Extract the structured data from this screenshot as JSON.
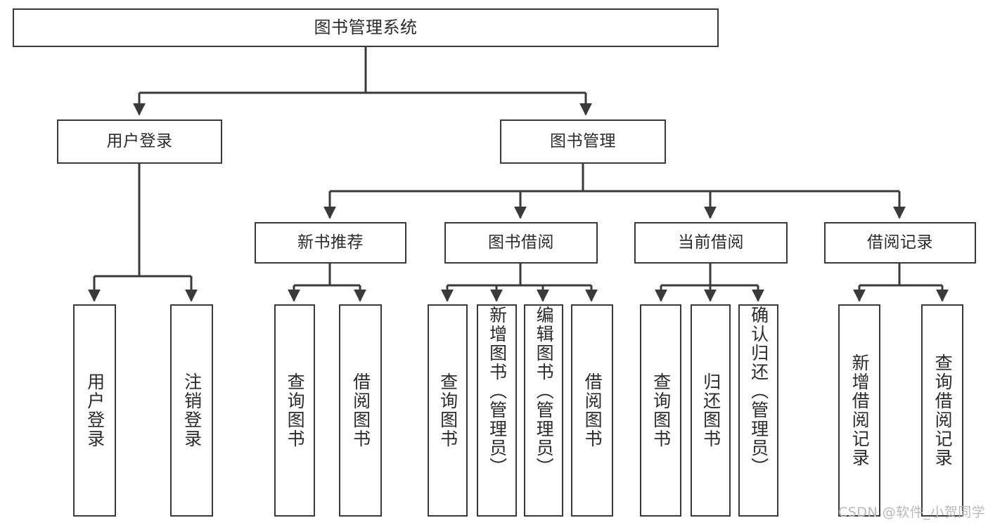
{
  "diagram": {
    "title": "图书管理系统",
    "type": "tree-hierarchy-chart",
    "colors": {
      "box_border": "#3a3a3a",
      "box_fill": "#ffffff",
      "connector": "#3a3a3a",
      "text": "#2b2b2b",
      "watermark": "#b9b9b9",
      "background": "#ffffff"
    },
    "watermark": "CSDN @软件_小贺同学"
  },
  "nodes": {
    "root": {
      "label": "图书管理系统"
    },
    "level2": [
      {
        "label": "用户登录"
      },
      {
        "label": "图书管理"
      }
    ],
    "level3": [
      {
        "label": "新书推荐"
      },
      {
        "label": "图书借阅"
      },
      {
        "label": "当前借阅"
      },
      {
        "label": "借阅记录"
      }
    ],
    "leaves": {
      "user_login": [
        {
          "label": "用户登录"
        },
        {
          "label": "注销登录"
        }
      ],
      "new_book_recommend": [
        {
          "label": "查询图书"
        },
        {
          "label": "借阅图书"
        }
      ],
      "book_borrow": [
        {
          "label": "查询图书"
        },
        {
          "label": "新增图书（管理员）"
        },
        {
          "label": "编辑图书（管理员）"
        },
        {
          "label": "借阅图书"
        }
      ],
      "current_borrow": [
        {
          "label": "查询图书"
        },
        {
          "label": "归还图书"
        },
        {
          "label": "确认归还（管理员）"
        }
      ],
      "borrow_record": [
        {
          "label": "新增借阅记录"
        },
        {
          "label": "查询借阅记录"
        }
      ]
    }
  }
}
